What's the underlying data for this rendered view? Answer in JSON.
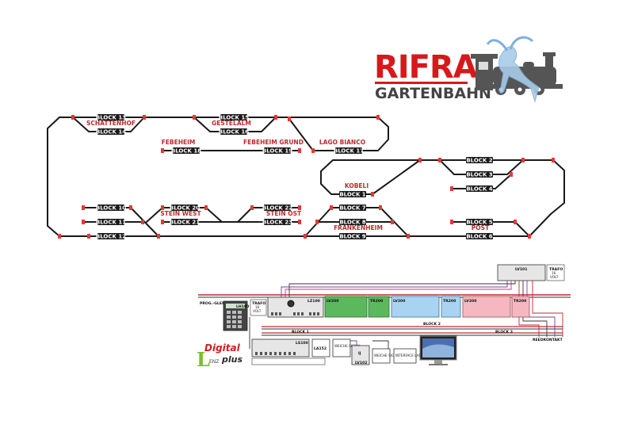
{
  "logo": {
    "title": "RIFRA",
    "subtitle": "GARTENBAHN"
  },
  "blocks": [
    "BLOCK 13",
    "BLOCK 14",
    "BLOCK 15",
    "BLOCK 16",
    "BLOCK 18",
    "BLOCK 19",
    "BLOCK 17",
    "BLOCK 2",
    "BLOCK 3",
    "BLOCK 4",
    "BLOCK 1",
    "BLOCK 10",
    "BLOCK 11",
    "BLOCK 12",
    "BLOCK 20",
    "BLOCK 21",
    "BLOCK 22",
    "BLOCK 23",
    "BLOCK 7",
    "BLOCK 8",
    "BLOCK 9",
    "BLOCK 5",
    "BLOCK 6"
  ],
  "stations": [
    "SCHATTENHOF",
    "GESTELALM",
    "FEBEHEIM",
    "FEBEHEIM GRUND",
    "LAGO BIANCO",
    "KOBELI",
    "STEIN WEST",
    "STEIN OST",
    "FRANKENHEIM",
    "POST"
  ],
  "wiring": {
    "prog_gleis": "PROG.-GLEIS",
    "trafo": "TRAFO",
    "volt_16": "16",
    "volt": "VOLT",
    "lz100": "LZ100",
    "lv101": "LV101",
    "lv200": "LV200",
    "tr200": "TR200",
    "lh100": "LH100",
    "ls100": "LS100",
    "la152": "LA152",
    "weiche_signal": "WEICHE SIGNAL",
    "ij": "IJ",
    "interface": "INTERFACE LAN/USB",
    "block_1": "BLOCK 1",
    "block_2": "BLOCK 2",
    "block_3": "BLOCK 3",
    "reedkontakt": "REEDKONTAKT",
    "lv102": "LV102"
  },
  "digital_plus": {
    "digital": "Digital",
    "plus": "plus",
    "brand": "ENZ"
  }
}
